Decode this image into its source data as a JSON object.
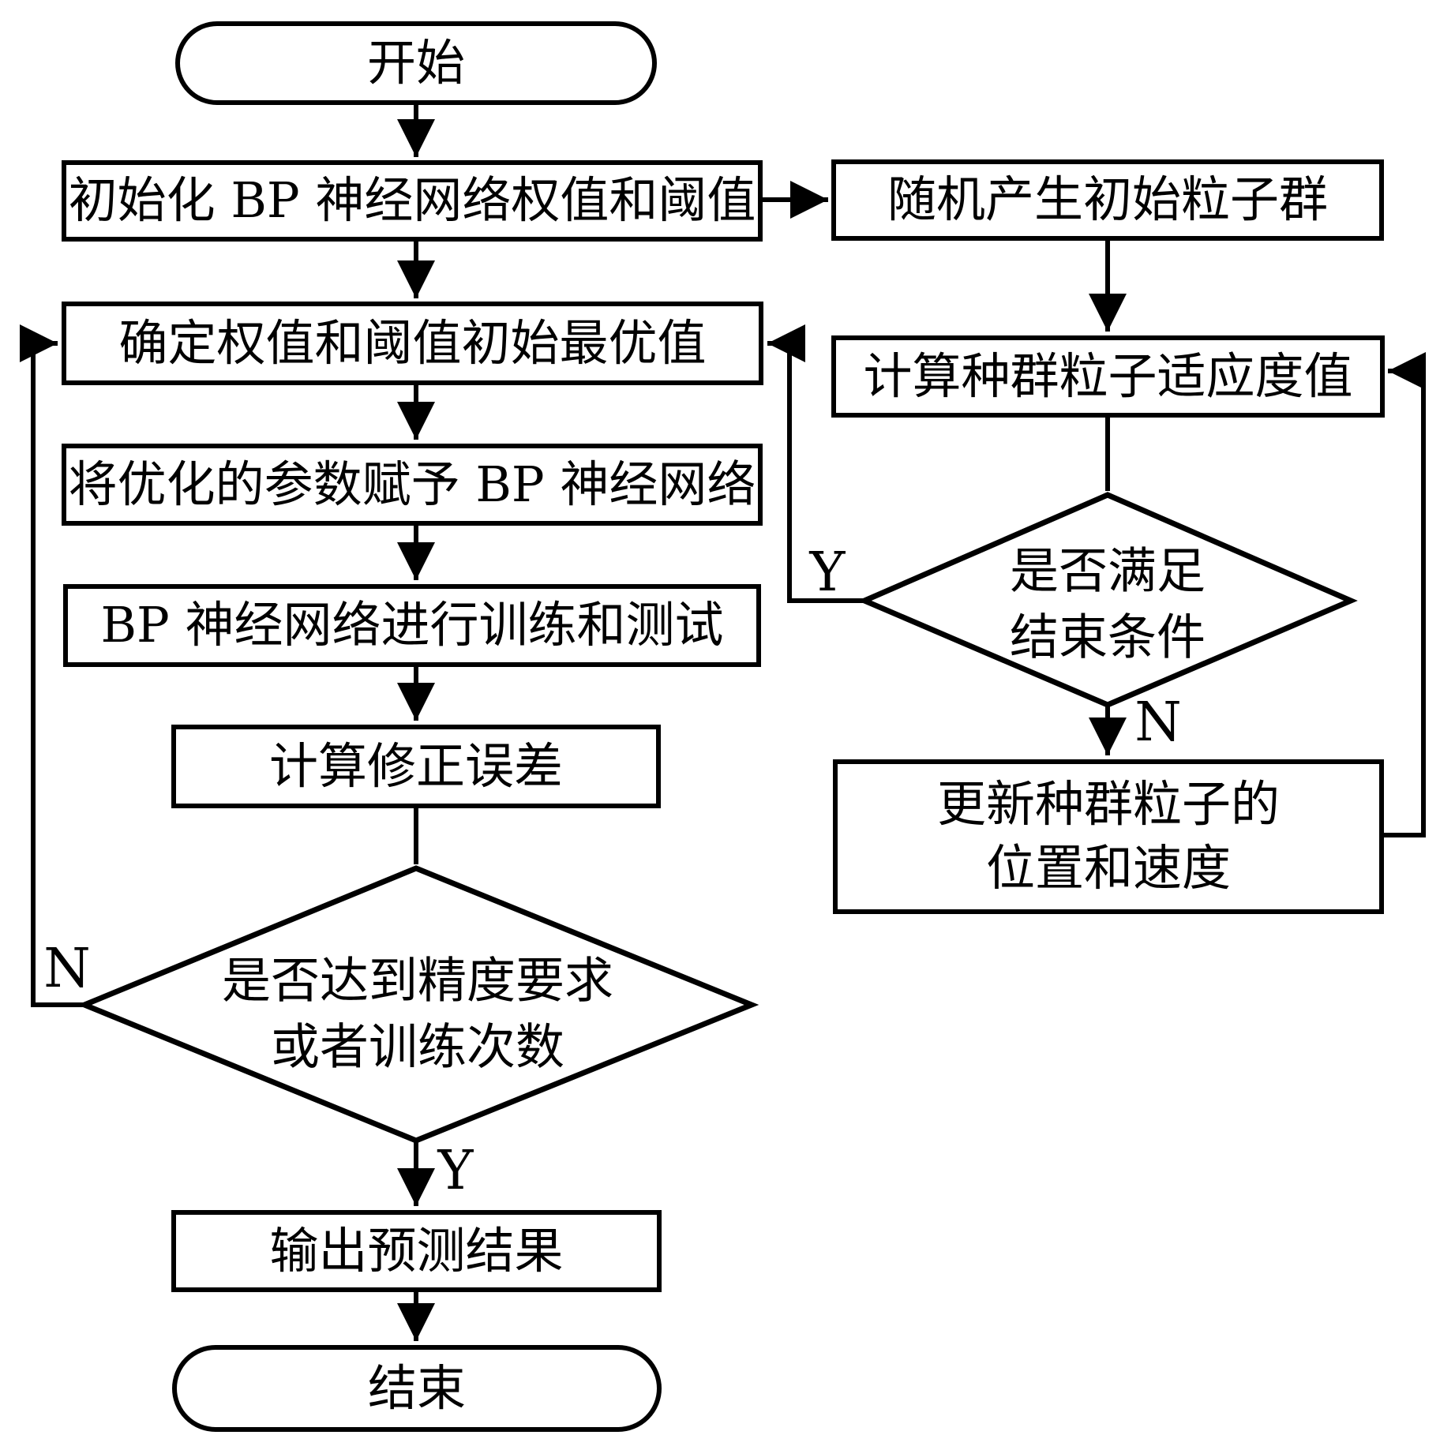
{
  "diagram": {
    "type": "flowchart",
    "colors": {
      "stroke": "#000000",
      "background": "#ffffff",
      "node_fill": "#ffffff"
    },
    "nodes": {
      "start": {
        "type": "terminator",
        "label": "开始"
      },
      "init_bp": {
        "type": "process",
        "label": "初始化 BP 神经网络权值和阈值"
      },
      "random_swarm": {
        "type": "process",
        "label": "随机产生初始粒子群"
      },
      "determine_best": {
        "type": "process",
        "label": "确定权值和阈值初始最优值"
      },
      "fitness": {
        "type": "process",
        "label": "计算种群粒子适应度值"
      },
      "assign_params": {
        "type": "process",
        "label": "将优化的参数赋予 BP 神经网络"
      },
      "bp_train": {
        "type": "process",
        "label": "BP 神经网络进行训练和测试"
      },
      "pso_condition": {
        "type": "decision",
        "label_line1": "是否满足",
        "label_line2": "结束条件"
      },
      "calc_error": {
        "type": "process",
        "label": "计算修正误差"
      },
      "update_swarm": {
        "type": "process",
        "label_line1": "更新种群粒子的",
        "label_line2": "位置和速度"
      },
      "bp_condition": {
        "type": "decision",
        "label_line1": "是否达到精度要求",
        "label_line2": "或者训练次数"
      },
      "output": {
        "type": "process",
        "label": "输出预测结果"
      },
      "end": {
        "type": "terminator",
        "label": "结束"
      }
    },
    "branch_labels": {
      "pso_yes": "Y",
      "pso_no": "N",
      "bp_no": "N",
      "bp_yes": "Y"
    },
    "edges": [
      {
        "from": "start",
        "to": "init_bp"
      },
      {
        "from": "init_bp",
        "to": "random_swarm"
      },
      {
        "from": "init_bp",
        "to": "determine_best"
      },
      {
        "from": "random_swarm",
        "to": "fitness"
      },
      {
        "from": "fitness",
        "to": "pso_condition"
      },
      {
        "from": "pso_condition",
        "to": "determine_best",
        "label": "Y"
      },
      {
        "from": "pso_condition",
        "to": "update_swarm",
        "label": "N"
      },
      {
        "from": "update_swarm",
        "to": "fitness"
      },
      {
        "from": "determine_best",
        "to": "assign_params"
      },
      {
        "from": "assign_params",
        "to": "bp_train"
      },
      {
        "from": "bp_train",
        "to": "calc_error"
      },
      {
        "from": "calc_error",
        "to": "bp_condition"
      },
      {
        "from": "bp_condition",
        "to": "determine_best",
        "label": "N"
      },
      {
        "from": "bp_condition",
        "to": "output",
        "label": "Y"
      },
      {
        "from": "output",
        "to": "end"
      }
    ]
  }
}
